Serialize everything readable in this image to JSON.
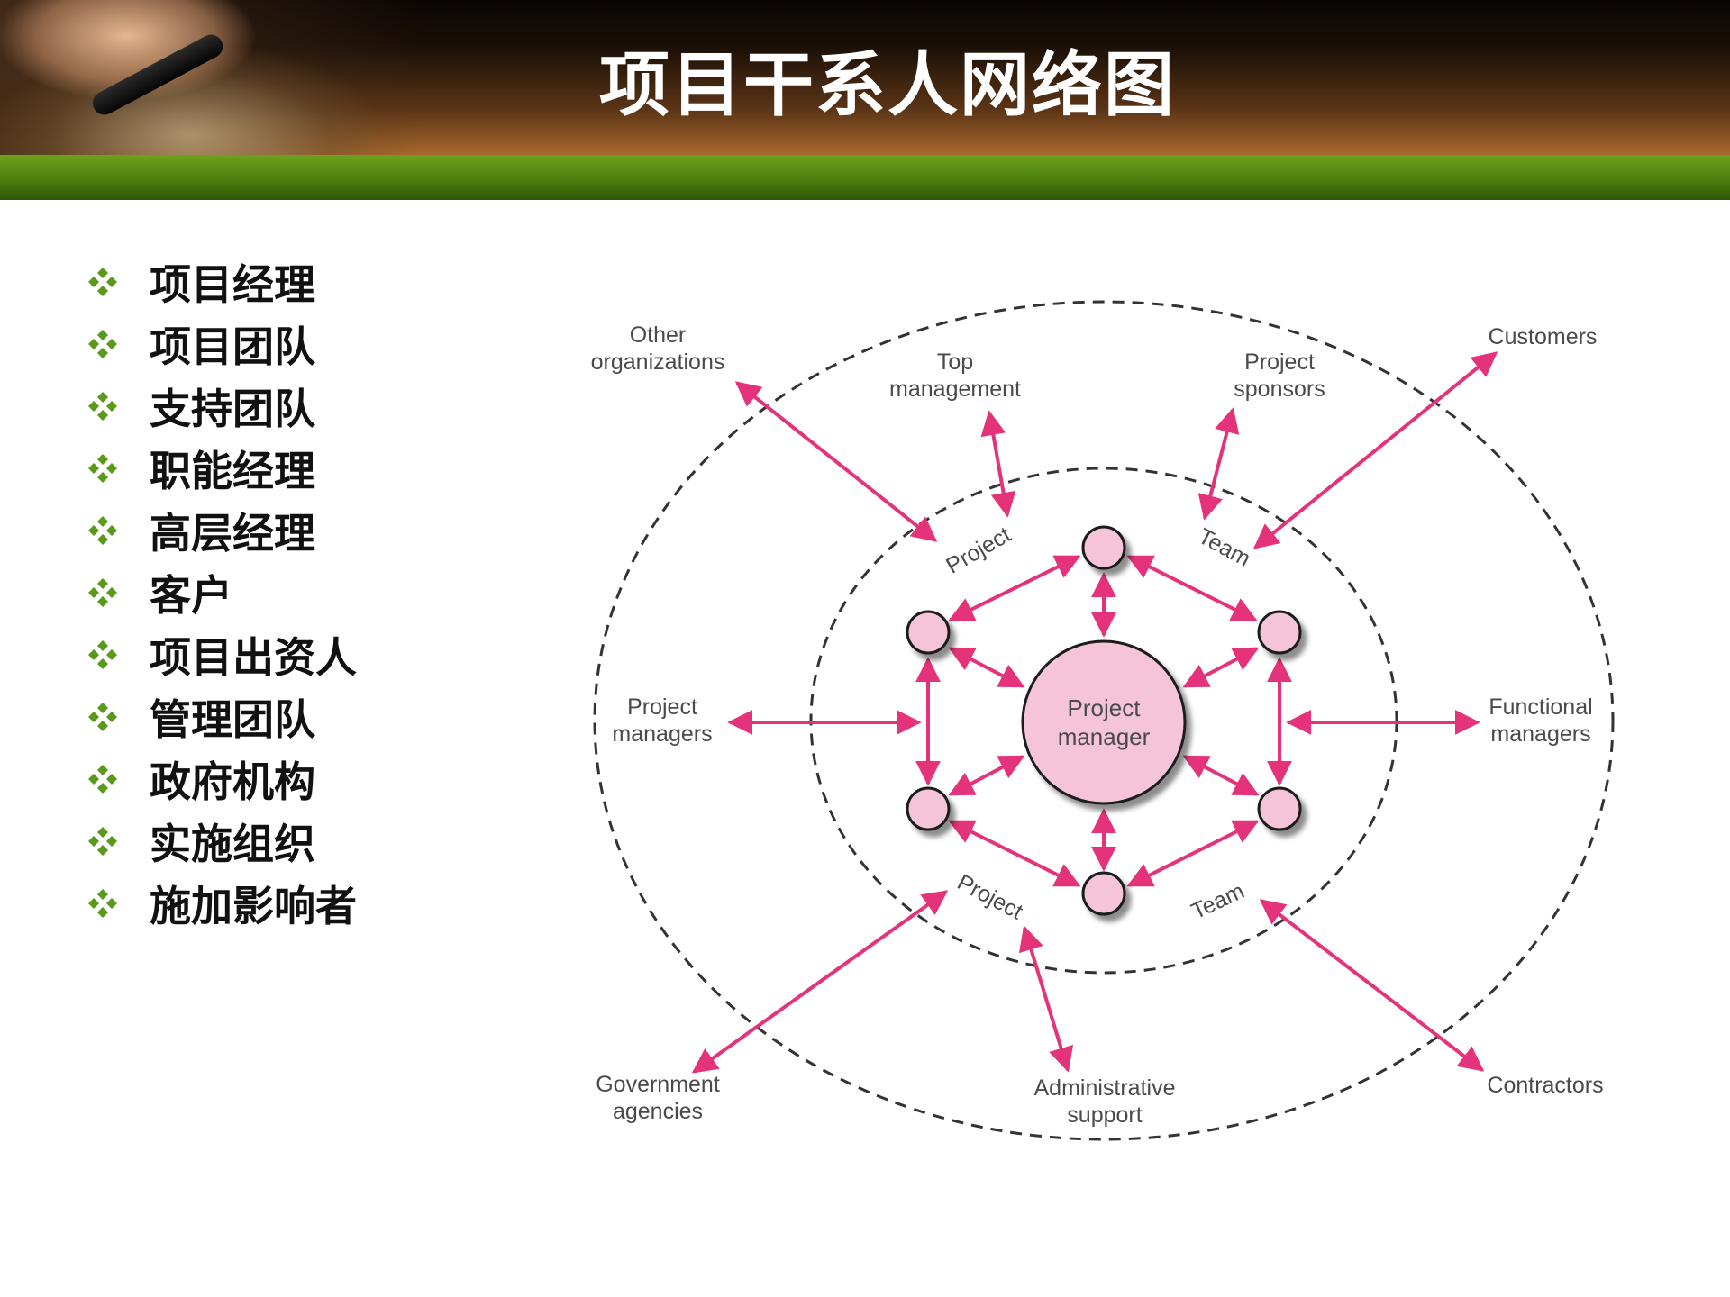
{
  "slide": {
    "title": "项目干系人网络图",
    "bullets": [
      "项目经理",
      "项目团队",
      "支持团队",
      "职能经理",
      "高层经理",
      "客户",
      "项目出资人",
      "管理团队",
      "政府机构",
      "实施组织",
      "施加影响者"
    ]
  },
  "colors": {
    "arrow": "#e4337a",
    "node_fill": "#f6c4d8",
    "header_green": "#4d7e0f",
    "bullet_green": "#5a9a1a"
  },
  "diagram": {
    "center": [
      "Project",
      "manager"
    ],
    "outer_labels": {
      "other_orgs": [
        "Other",
        "organizations"
      ],
      "top_mgmt": [
        "Top",
        "management"
      ],
      "sponsors": [
        "Project",
        "sponsors"
      ],
      "customers": [
        "Customers"
      ],
      "pm_left": [
        "Project",
        "managers"
      ],
      "functional": [
        "Functional",
        "managers"
      ],
      "government": [
        "Government",
        "agencies"
      ],
      "admin": [
        "Administrative",
        "support"
      ],
      "contractors": [
        "Contractors"
      ]
    },
    "ring_labels": {
      "project_top": "Project",
      "team_top": "Team",
      "project_bottom": "Project",
      "team_bottom": "Team"
    }
  }
}
